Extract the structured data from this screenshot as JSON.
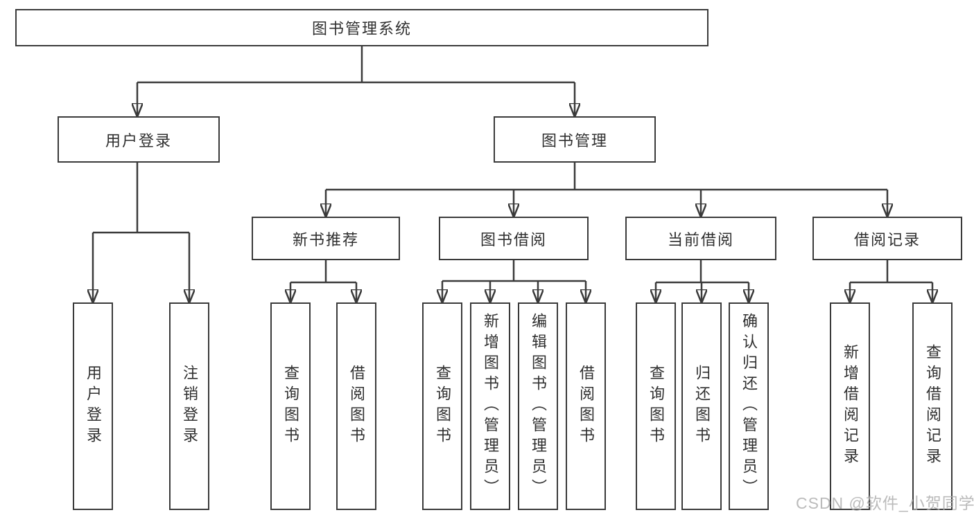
{
  "watermark": {
    "text": "CSDN @软件_小贺同学"
  },
  "colors": {
    "line": "#3a3a3a",
    "text": "#2f2f2f",
    "watermark": "#afafaf",
    "background": "#ffffff"
  },
  "tree": {
    "label": "图书管理系统",
    "children": [
      {
        "label": "用户登录",
        "children": [
          {
            "label": "用户登录"
          },
          {
            "label": "注销登录"
          }
        ]
      },
      {
        "label": "图书管理",
        "children": [
          {
            "label": "新书推荐",
            "children": [
              {
                "label": "查询图书"
              },
              {
                "label": "借阅图书"
              }
            ]
          },
          {
            "label": "图书借阅",
            "children": [
              {
                "label": "查询图书"
              },
              {
                "label": "新增图书（管理员）"
              },
              {
                "label": "编辑图书（管理员）"
              },
              {
                "label": "借阅图书"
              }
            ]
          },
          {
            "label": "当前借阅",
            "children": [
              {
                "label": "查询图书"
              },
              {
                "label": "归还图书"
              },
              {
                "label": "确认归还（管理员）"
              }
            ]
          },
          {
            "label": "借阅记录",
            "children": [
              {
                "label": "新增借阅记录"
              },
              {
                "label": "查询借阅记录"
              }
            ]
          }
        ]
      }
    ]
  }
}
